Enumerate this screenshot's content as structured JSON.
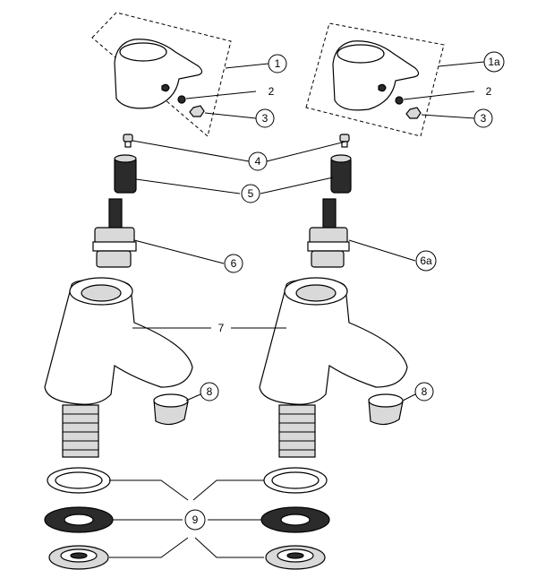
{
  "callouts": {
    "c1": "1",
    "c1a": "1a",
    "c2l": "2",
    "c2r": "2",
    "c3l": "3",
    "c3r": "3",
    "c4": "4",
    "c5": "5",
    "c6": "6",
    "c6a": "6a",
    "c7": "7",
    "c8l": "8",
    "c8r": "8",
    "c9": "9"
  }
}
